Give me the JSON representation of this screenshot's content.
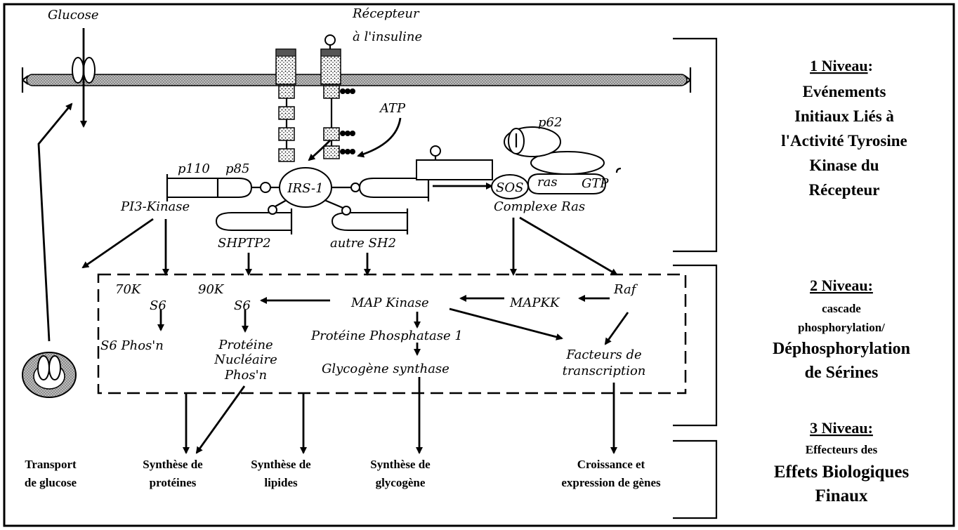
{
  "membrane": {
    "glucose": "Glucose",
    "receptor_line1": "Récepteur",
    "receptor_line2": "à l'insuline",
    "atp": "ATP"
  },
  "proteins": {
    "p110": "p110",
    "p85": "p85",
    "pi3k": "PI3-Kinase",
    "irs1": "IRS-1",
    "shptp2": "SHPTP2",
    "autre_sh2": "autre SH2",
    "p62": "p62",
    "sos": "SOS",
    "ras": "ras",
    "gtp": "GTP",
    "complexe_ras": "Complexe Ras"
  },
  "cascade": {
    "k70": "70K",
    "s6a": "S6",
    "k90": "90K",
    "s6b": "S6",
    "map_kinase": "MAP Kinase",
    "mapkk": "MAPKK",
    "raf": "Raf",
    "s6_phos": "S6 Phos'n",
    "prot_nuc_1": "Protéine",
    "prot_nuc_2": "Nucléaire",
    "prot_nuc_3": "Phos'n",
    "pp1": "Protéine Phosphatase 1",
    "glyco_synth": "Glycogène synthase",
    "facteurs_1": "Facteurs de",
    "facteurs_2": "transcription"
  },
  "effects": {
    "transport_1": "Transport",
    "transport_2": "de glucose",
    "syn_prot_1": "Synthèse de",
    "syn_prot_2": "protéines",
    "syn_lip_1": "Synthèse de",
    "syn_lip_2": "lipides",
    "syn_gly_1": "Synthèse de",
    "syn_gly_2": "glycogène",
    "croiss_1": "Croissance et",
    "croiss_2": "expression de gènes"
  },
  "levels": {
    "l1_title": "1 Niveau",
    "l1_colon": ":",
    "l1_line1": "Evénements",
    "l1_line2": "Initiaux Liés à",
    "l1_line3": "l'Activité Tyrosine",
    "l1_line4": "Kinase du",
    "l1_line5": "Récepteur",
    "l2_title": "2 Niveau:",
    "l2_line1": "cascade",
    "l2_line2": "phosphorylation/",
    "l2_line3": "Déphosphorylation",
    "l2_line4": "de Sérines",
    "l3_title": "3 Niveau:",
    "l3_line1": "Effecteurs des",
    "l3_line2": "Effets Biologiques",
    "l3_line3": "Finaux"
  }
}
